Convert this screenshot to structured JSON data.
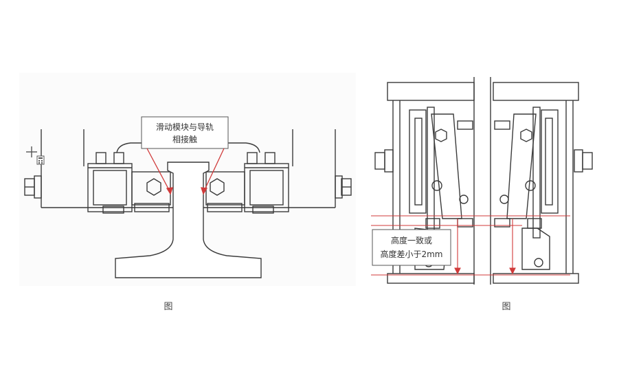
{
  "left_figure": {
    "callout_line1": "滑动模块与导轨",
    "callout_line2": "相接触",
    "caption": "图"
  },
  "right_figure": {
    "callout_line1": "高度一致或",
    "callout_line2": "高度差小于2mm",
    "caption": "图"
  },
  "colors": {
    "line": "#3a3a3a",
    "annotation": "#d03a3a",
    "background": "#ffffff"
  },
  "icons": [
    "zoom-cursor-icon",
    "calculator-icon"
  ]
}
